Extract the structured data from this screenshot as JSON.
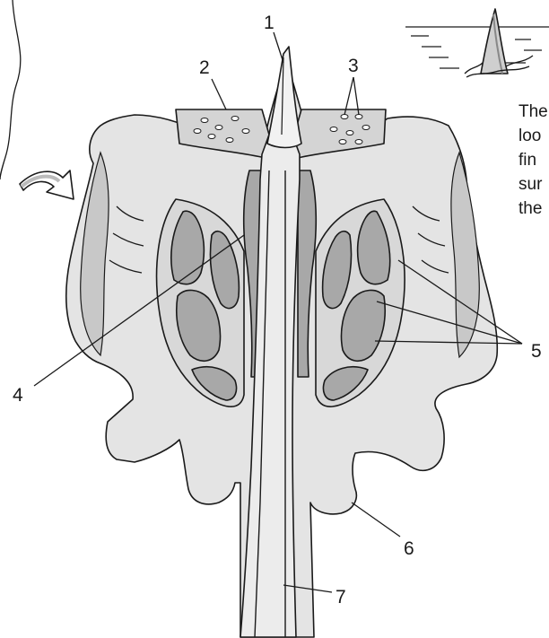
{
  "labels": {
    "l1": "1",
    "l2": "2",
    "l3": "3",
    "l4": "4",
    "l5": "5",
    "l6": "6",
    "l7": "7"
  },
  "caption_fragments": [
    "The",
    "loo",
    "fin",
    "sur",
    "the"
  ],
  "colors": {
    "ink": "#1a1a1a",
    "light_tissue": "#e4e4e4",
    "mid_tissue": "#c4c4c4",
    "cavity": "#a8a8a8",
    "paper": "#ffffff"
  },
  "icons": {
    "arrow": "curved-arrow-icon",
    "inset": "shark-fin-inset-icon"
  }
}
